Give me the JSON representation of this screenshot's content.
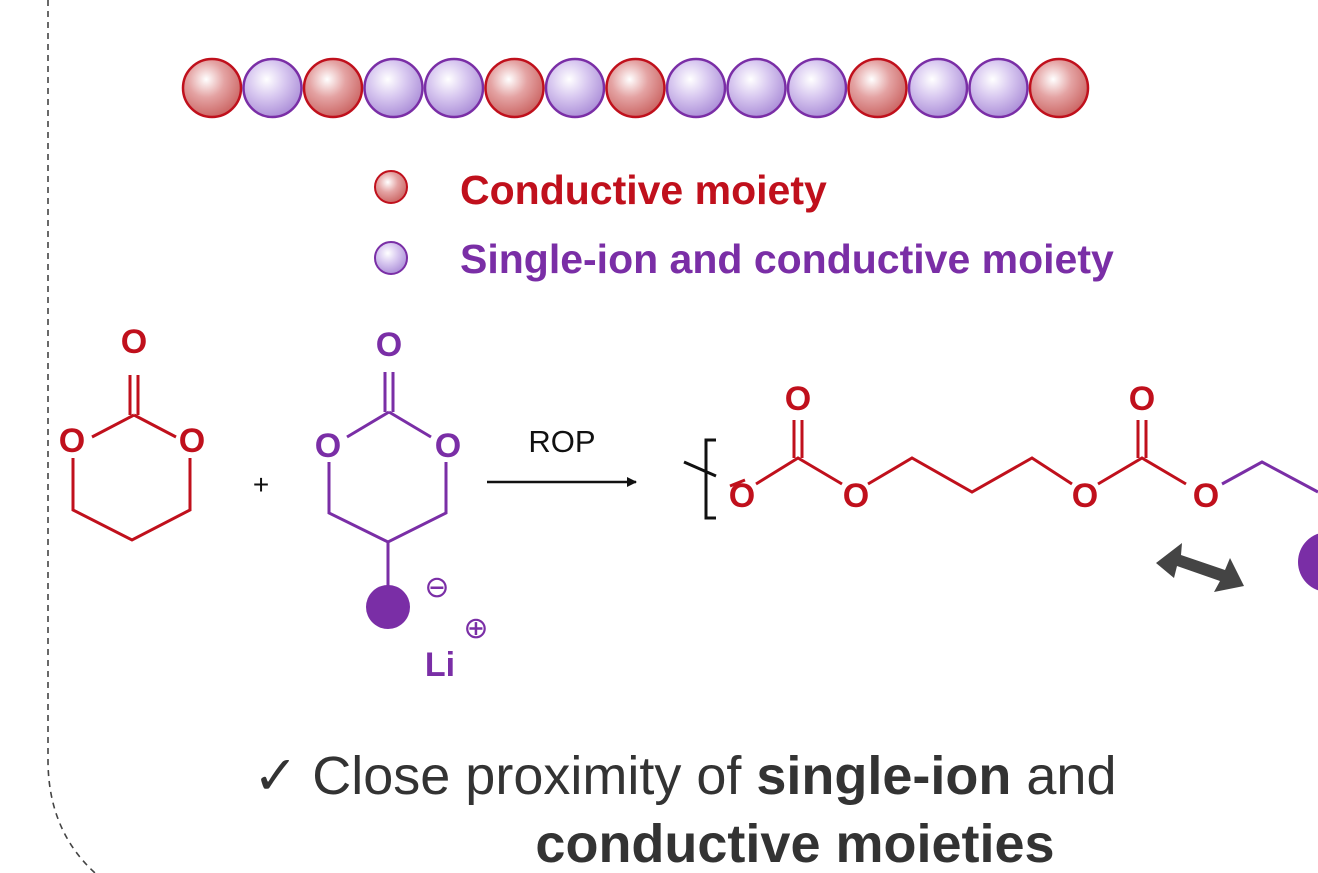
{
  "colors": {
    "conductive": "#c0101c",
    "single_ion": "#7a2ea6",
    "text": "#333333",
    "dashed_border": "#444444",
    "double_arrow": "#444444"
  },
  "legend": {
    "conductive_label": "Conductive moiety",
    "single_ion_label": "Single-ion and conductive moiety"
  },
  "bead_chain": {
    "sequence": [
      "conductive",
      "single-ion",
      "conductive",
      "single-ion",
      "single-ion",
      "conductive",
      "single-ion",
      "conductive",
      "single-ion",
      "single-ion",
      "single-ion",
      "conductive",
      "single-ion",
      "single-ion",
      "conductive"
    ]
  },
  "monomer_conductive": {
    "carbonyl_o": "O",
    "ring_o_left": "O",
    "ring_o_right": "O"
  },
  "plus_sign": "+",
  "monomer_single_ion": {
    "carbonyl_o": "O",
    "ring_o_left": "O",
    "ring_o_right": "O",
    "anion_charge": "⊖",
    "counterion": "Li",
    "cation_charge": "⊕"
  },
  "reaction": {
    "label": "ROP"
  },
  "polymer": {
    "carbonyl_o_1": "O",
    "ester_o_1": "O",
    "ester_o_2": "O",
    "carbonyl_o_2": "O",
    "ester_o_3": "O",
    "ester_o_4": "O"
  },
  "summary": {
    "check": "✓",
    "line1_prefix": "Close proximity of ",
    "line1_bold": "single-ion",
    "line1_suffix": " and",
    "line2_bold": "conductive moieties"
  }
}
